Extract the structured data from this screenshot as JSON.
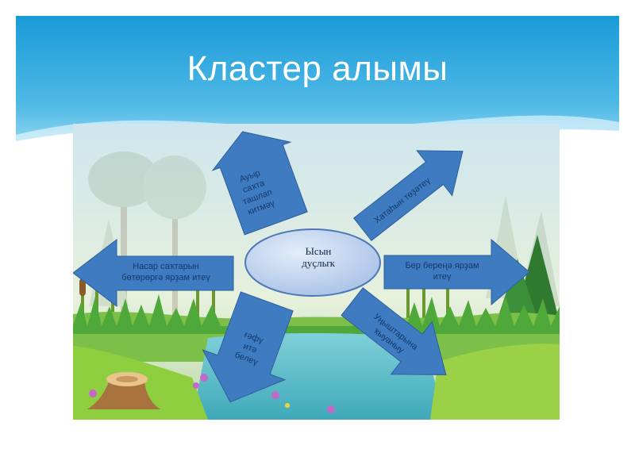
{
  "slide": {
    "title": "Кластер алымы"
  },
  "diagram": {
    "center": {
      "line1": "Ысын",
      "line2": "дуҫлыҡ"
    },
    "arrows": {
      "left": {
        "line1": "Насар саҡтарын",
        "line2": "бөтөрөргә ярҙам итеү"
      },
      "up_left": {
        "line1": "Ауыр",
        "line2": "саҡта",
        "line3": "ташлап",
        "line4": "китмәү"
      },
      "up_right": {
        "line1": "Хатаһын төҙәтеү"
      },
      "right": {
        "line1": "Бер береңә ярҙам",
        "line2": "итеү"
      },
      "down_left": {
        "line1": "ғәфү",
        "line2": "итә",
        "line3": "белеү"
      },
      "down_right": {
        "line1": "Уңыштарына",
        "line2": "ҡыуаныу"
      }
    },
    "colors": {
      "arrow": "#3f7bc0",
      "ellipse": "#b9cfee",
      "banner_top": "#1f9fd9",
      "banner_bottom": "#6ac7ec"
    }
  }
}
